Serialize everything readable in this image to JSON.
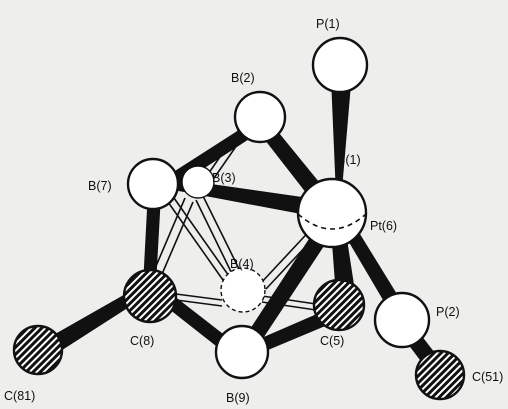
{
  "molecule": {
    "ink_color": "#111111",
    "background_color": "#eeeeec",
    "atoms": [
      {
        "id": "P1",
        "label": "P(1)",
        "style": "open"
      },
      {
        "id": "B2",
        "label": "B(2)",
        "style": "open"
      },
      {
        "id": "B1",
        "label": "B(1)",
        "style": "open"
      },
      {
        "id": "B7",
        "label": "B(7)",
        "style": "open"
      },
      {
        "id": "B3",
        "label": "B(3)",
        "style": "open"
      },
      {
        "id": "Pt6",
        "label": "Pt(6)",
        "style": "open"
      },
      {
        "id": "B4",
        "label": "B(4)",
        "style": "open"
      },
      {
        "id": "C8",
        "label": "C(8)",
        "style": "hatched"
      },
      {
        "id": "C5",
        "label": "C(5)",
        "style": "hatched"
      },
      {
        "id": "P2",
        "label": "P(2)",
        "style": "open"
      },
      {
        "id": "C81",
        "label": "C(81)",
        "style": "hatched"
      },
      {
        "id": "B9",
        "label": "B(9)",
        "style": "open"
      },
      {
        "id": "C51",
        "label": "C(51)",
        "style": "hatched"
      }
    ]
  }
}
